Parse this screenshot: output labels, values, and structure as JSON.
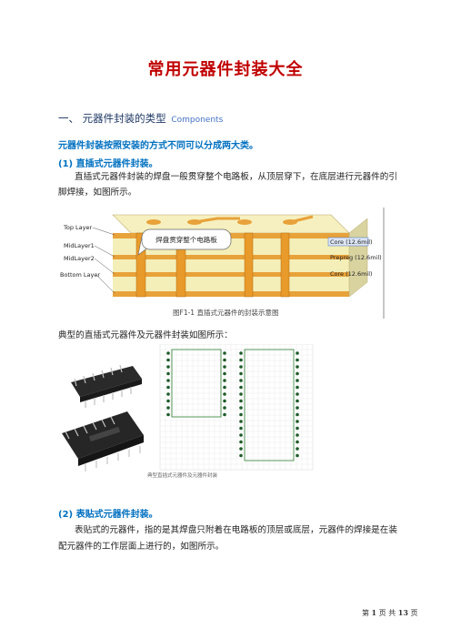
{
  "title": "常用元器件封装大全",
  "section": {
    "num_title": "一、 元器件封装的类型",
    "en": "Components"
  },
  "intro": "元器件封装按照安装的方式不同可以分成两大类。",
  "sub1": {
    "title": "(1)  直插式元器件封装。"
  },
  "para1": {
    "line1": "直插式元器件封装的焊盘一般贯穿整个电路板，从顶层穿下，在底层进行元器件的引",
    "line2": "脚焊接，如图所示。"
  },
  "figure1": {
    "callout": "焊盘贯穿整个电路板",
    "left_labels": [
      "Top Layer",
      "MidLayer1",
      "MidLayer2",
      "Bottom Layer"
    ],
    "right_labels": [
      "Core (12.6mil)",
      "Prepreg (12.6mil)",
      "Core (12.6mil)"
    ],
    "caption": "图F1-1  直插式元器件的封装示意图"
  },
  "para2": "典型的直插式元器件及元器件封装如图所示：",
  "figure2": {
    "caption": "典型直插式元器件及元器件封装"
  },
  "sub2": {
    "title": "(2)  表贴式元器件封装。"
  },
  "para3": {
    "line1": "表贴式的元器件，指的是其焊盘只附着在电路板的顶层或底层，元器件的焊接是在装",
    "line2": "配元器件的工作层面上进行的，如图所示。"
  },
  "footer": {
    "text_a": "第",
    "current": "1",
    "text_b": "页 共",
    "total": "13",
    "text_c": "页"
  },
  "colors": {
    "title": "#c00000",
    "accent_blue": "#0070c0",
    "copper": "#e8a23a",
    "board": "#f4efb8"
  }
}
